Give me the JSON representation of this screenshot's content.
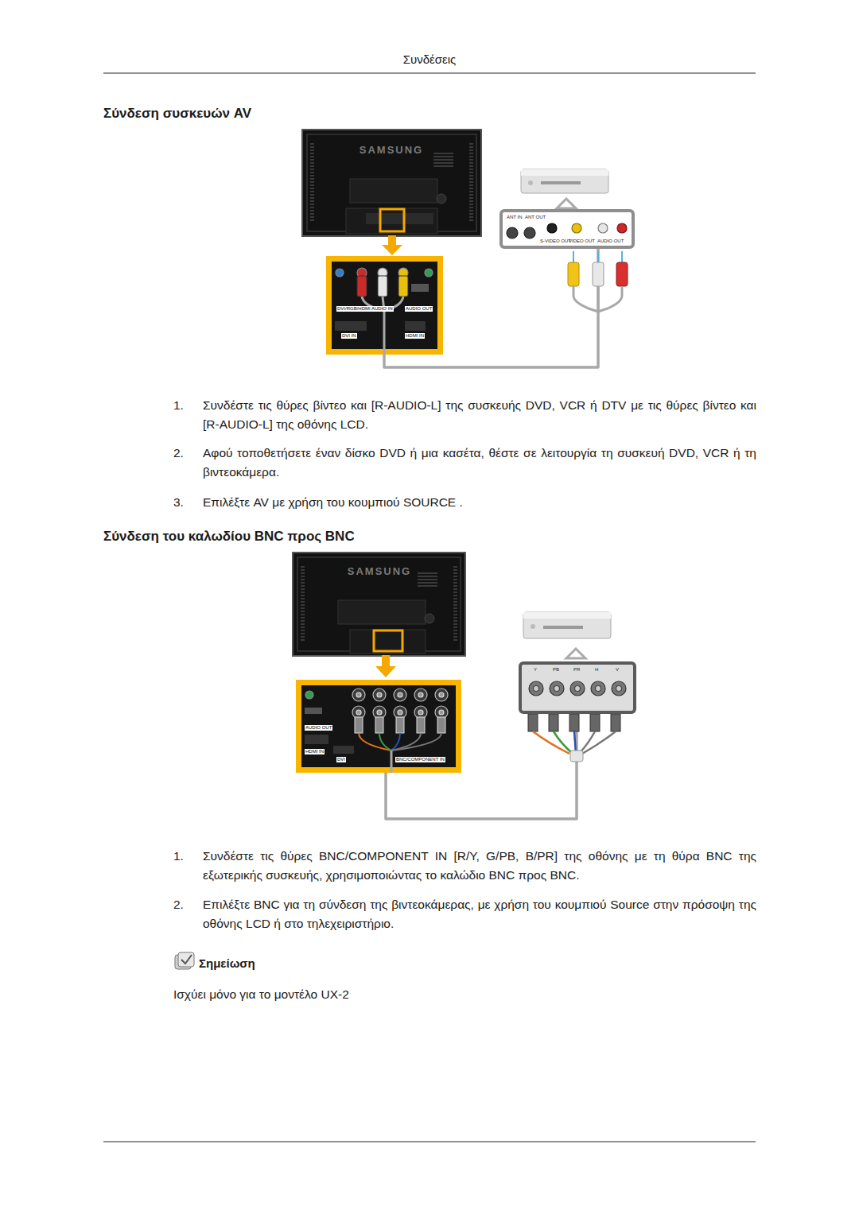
{
  "diagram": {
    "title": "Συνδέσεις",
    "nodes": [
      {
        "text": [
          "DVI/RGB/HDMI AUDIO IN",
          "AUDIO OUT",
          "DVI IN",
          "HDMI IN"
        ]
      },
      {
        "text": [
          "ANT IN",
          "ANT OUT",
          "S-VIDEO OUT",
          "VIDEO OUT",
          "AUDIO OUT"
        ]
      },
      {
        "text": [
          "AUDIO OUT",
          "HDMI IN",
          "DVI",
          "BNC/COMPONENT IN"
        ]
      },
      {
        "text": [
          "Y",
          "PB",
          "PR",
          "H",
          "V"
        ]
      }
    ],
    "edges": [
      {
        "from": 1,
        "to": 0,
        "arrow": "none"
      },
      {
        "from": 3,
        "to": 2,
        "arrow": "none"
      }
    ],
    "labels": [
      "Σύνδεση συσκευών AV",
      "SAMSUNG",
      "1.",
      "Συνδέστε τις θύρες βίντεο και [R-AUDIO-L] της συσκευής DVD, VCR ή DTV με τις θύρες βίντεο και [R-AUDIO-L] της οθόνης LCD.",
      "2.",
      "Αφού τοποθετήσετε έναν δίσκο DVD ή μια κασέτα, θέστε σε λειτουργία τη συσκευή DVD, VCR ή τη βιντεοκάμερα.",
      "3.",
      "Επιλέξτε AV με χρήση του κουμπιού SOURCE .",
      "Σύνδεση του καλωδίου BNC προς BNC",
      "SAMSUNG",
      "1.",
      "Συνδέστε τις θύρες BNC/COMPONENT IN [R/Y, G/PB, B/PR] της οθόνης με τη θύρα BNC της εξωτερικής συσκευής, χρησιμοποιώντας το καλώδιο BNC προς BNC.",
      "2.",
      "Επιλέξτε BNC για τη σύνδεση της βιντεοκάμερας, με χρήση του κουμπιού Source στην πρόσοψη της οθόνης LCD ή στο τηλεχειριστήριο.",
      "Σημείωση",
      "Ισχύει μόνο για το μοντέλο UX-2"
    ]
  }
}
